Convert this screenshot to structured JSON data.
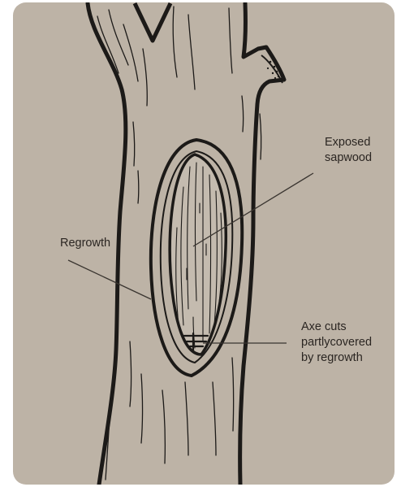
{
  "labels": {
    "exposed_sapwood": "Exposed\nsapwood",
    "regrowth": "Regrowth",
    "axe_cuts": "Axe cuts\npartlycovered\nby regrowth"
  },
  "colors": {
    "background": "#bdb3a6",
    "ink": "#1c1a18",
    "leader_lines": "#3a3530"
  }
}
